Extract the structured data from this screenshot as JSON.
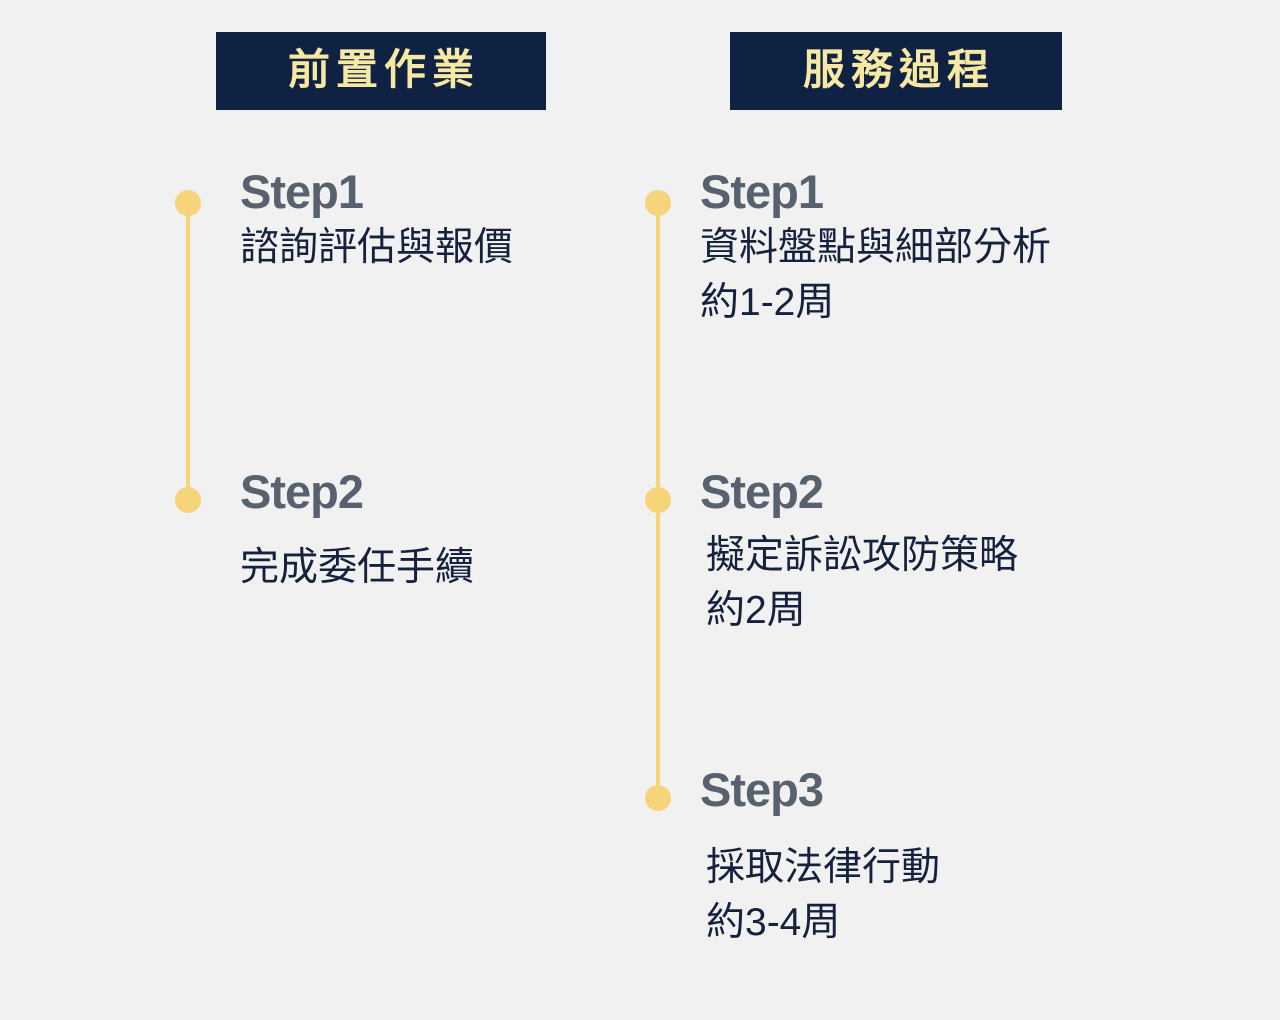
{
  "page": {
    "background_color": "#F1F1F1",
    "accent_color": "#F6D47A",
    "banner_color": "#0F2243",
    "banner_text_color": "#F7E9A3",
    "step_label_color": "#58626F",
    "body_text_color": "#16223D"
  },
  "columns": [
    {
      "id": "preparation",
      "banner_title": "前置作業",
      "steps": [
        {
          "label": "Step1",
          "lines": [
            "諮詢評估與報價"
          ]
        },
        {
          "label": "Step2",
          "lines": [
            "完成委任手續"
          ]
        }
      ]
    },
    {
      "id": "service-process",
      "banner_title": "服務過程",
      "steps": [
        {
          "label": "Step1",
          "lines": [
            "資料盤點與細部分析",
            "約1-2周"
          ]
        },
        {
          "label": "Step2",
          "lines": [
            "擬定訴訟攻防策略",
            "約2周"
          ]
        },
        {
          "label": "Step3",
          "lines": [
            "採取法律行動",
            "約3-4周"
          ]
        }
      ]
    }
  ]
}
